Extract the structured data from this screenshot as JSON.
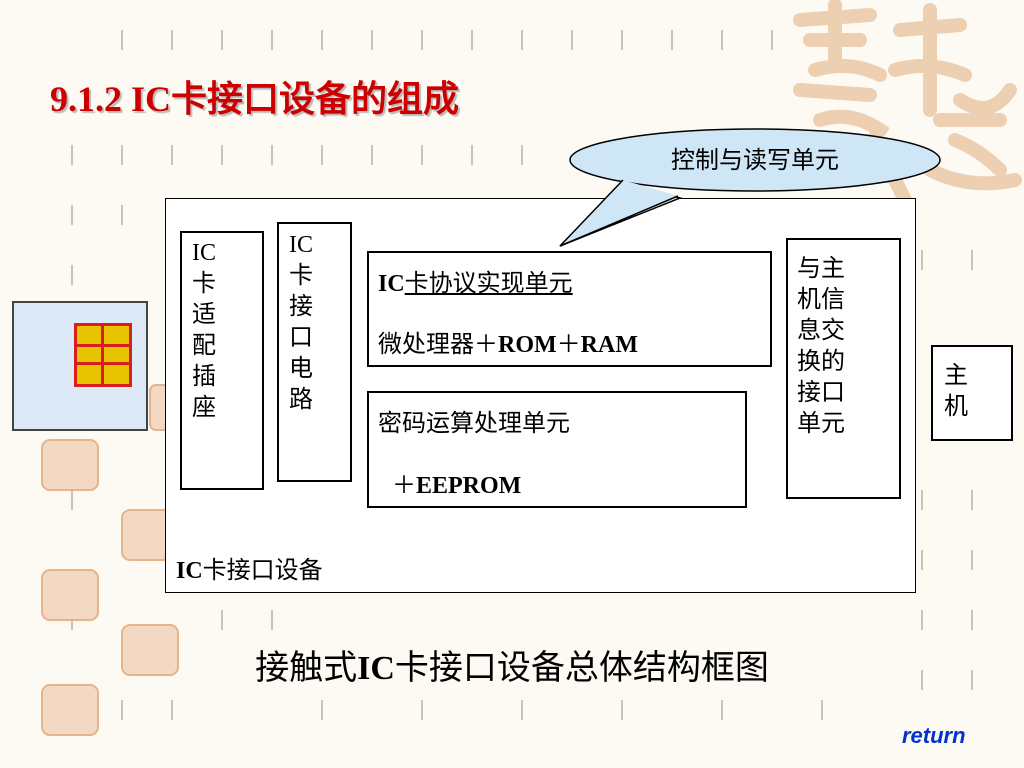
{
  "slide": {
    "title": "9.1.2  IC卡接口设备的组成",
    "callout": "控制与读写单元",
    "card_slot": "IC\n卡\n适\n配\n插\n座",
    "card_interface_circuit": "IC\n卡\n接\n口\n电\n路",
    "protocol_unit": {
      "prefix": "IC",
      "label": "卡协议实现单元",
      "detail_cn": "微处理器",
      "detail_parts": [
        "＋",
        "ROM",
        "＋",
        "RAM"
      ]
    },
    "crypto_unit": {
      "label": "密码运算处理单元",
      "plus": "＋",
      "detail": "EEPROM"
    },
    "host_interface": "与主\n机信\n息交\n换的\n接口\n单元",
    "host": "主\n机",
    "device_label": {
      "prefix": "IC",
      "text": "卡接口设备"
    },
    "caption": {
      "prefix": "接触式",
      "ic": "IC",
      "text": "卡接口设备总体结构框图"
    },
    "return_label": "return"
  }
}
